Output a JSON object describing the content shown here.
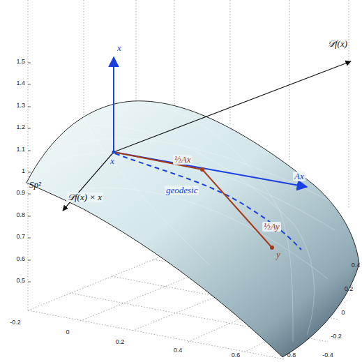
{
  "diagram": {
    "labels": [
      "x",
      "x",
      "𝒟f(x)",
      "𝒟f(x) × x",
      "Sp²",
      "½Ax",
      "Ax",
      "½Ay",
      "y",
      "geodesic",
      "1.5",
      "1.4",
      "1.3",
      "1.2",
      "1.1",
      "1",
      "0.9",
      "0.8",
      "0.7",
      "0.6",
      "0.5",
      "-0.2",
      "0",
      "0.2",
      "0.4",
      "0.6",
      "0.8",
      "0.4",
      "0.2",
      "0",
      "-0.2",
      "-0.4"
    ]
  }
}
